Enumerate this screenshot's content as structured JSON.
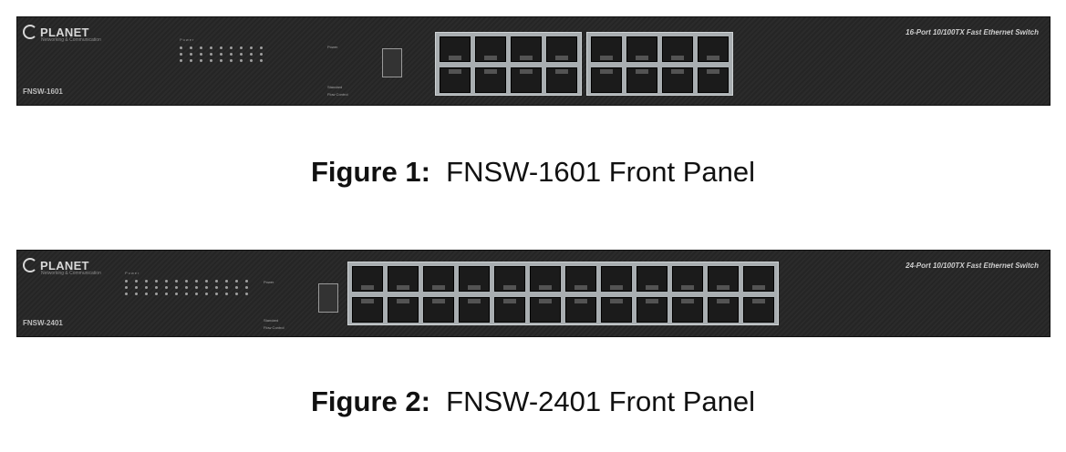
{
  "figure1": {
    "logo": "PLANET",
    "logo_sub": "Networking & Communication",
    "model": "FNSW-1601",
    "product": "16-Port 10/100TX Fast Ethernet Switch",
    "caption_label": "Figure 1:",
    "caption_text": "FNSW-1601 Front Panel",
    "power_label": "Power",
    "ctrl_top_label": "Power",
    "ctrl_label_1": "Standard",
    "ctrl_label_2": "Flow Control",
    "port_count": 16
  },
  "figure2": {
    "logo": "PLANET",
    "logo_sub": "Networking & Communication",
    "model": "FNSW-2401",
    "product": "24-Port 10/100TX Fast Ethernet Switch",
    "caption_label": "Figure 2:",
    "caption_text": "FNSW-2401 Front Panel",
    "power_label": "Power",
    "ctrl_top_label": "Power",
    "ctrl_label_1": "Standard",
    "ctrl_label_2": "Flow Control",
    "port_count": 24
  },
  "colors": {
    "panel": "#262626",
    "port_frame": "#a9aeb1",
    "caption": "#111111"
  }
}
